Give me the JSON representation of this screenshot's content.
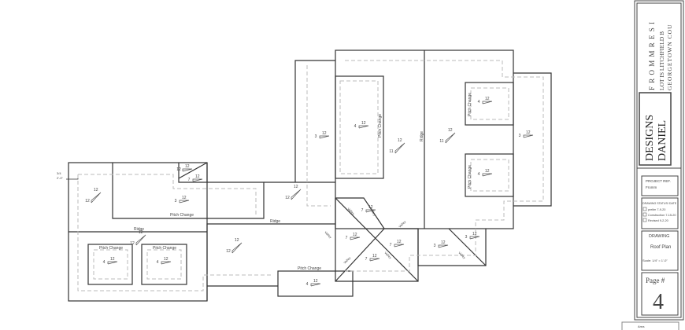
{
  "plan": {
    "labels": {
      "ridge": "Ridge",
      "pitch_change": "Pitch Change",
      "overhang_top": "3/4",
      "overhang_bottom": "2'-0\""
    },
    "pitch_markers": [
      {
        "rise": "12",
        "run": "12"
      },
      {
        "rise": "3",
        "run": "12"
      },
      {
        "rise": "12",
        "run": "12"
      },
      {
        "rise": "4",
        "run": "12"
      },
      {
        "rise": "4",
        "run": "12"
      },
      {
        "rise": "12",
        "run": "12"
      },
      {
        "rise": "7",
        "run": "12"
      },
      {
        "rise": "12",
        "run": "12"
      },
      {
        "rise": "3",
        "run": "12"
      },
      {
        "rise": "4",
        "run": "12"
      },
      {
        "rise": "11",
        "run": "12"
      },
      {
        "rise": "11",
        "run": "12"
      },
      {
        "rise": "4",
        "run": "12"
      },
      {
        "rise": "4",
        "run": "12"
      },
      {
        "rise": "3",
        "run": "12"
      },
      {
        "rise": "12",
        "run": "12"
      },
      {
        "rise": "7",
        "run": "12"
      },
      {
        "rise": "7",
        "run": "12"
      },
      {
        "rise": "7",
        "run": "12"
      },
      {
        "rise": "7",
        "run": "12"
      },
      {
        "rise": "3",
        "run": "12"
      },
      {
        "rise": "3",
        "run": "12"
      },
      {
        "rise": "4",
        "run": "12"
      }
    ],
    "hip_label": "Valley"
  },
  "title_block": {
    "project_title": "F R O M M   R E S I",
    "lot_line": "LOT IS LITCHFIELD B",
    "county_line": "GEORGETOWN COU",
    "logo_text": [
      "DESIGNS",
      "DANIEL"
    ],
    "project_ref_label": "PROJECT REF.",
    "project_ref_value": "Fromm",
    "status_label": "DRAWING STATUS/ DATE",
    "status_items": [
      {
        "mark": "X",
        "text": "prelim 7-9-20"
      },
      {
        "mark": "X",
        "text": "Construction 7-15-20"
      },
      {
        "mark": "X",
        "text": "Revised 9-2-20"
      }
    ],
    "drawing_label": "DRAWING",
    "drawing_value": "Roof Plan",
    "scale": "Scale: 1/4\" = 1'-0\"",
    "page_label": "Page #",
    "page_number": "4",
    "area_label": "Area"
  }
}
